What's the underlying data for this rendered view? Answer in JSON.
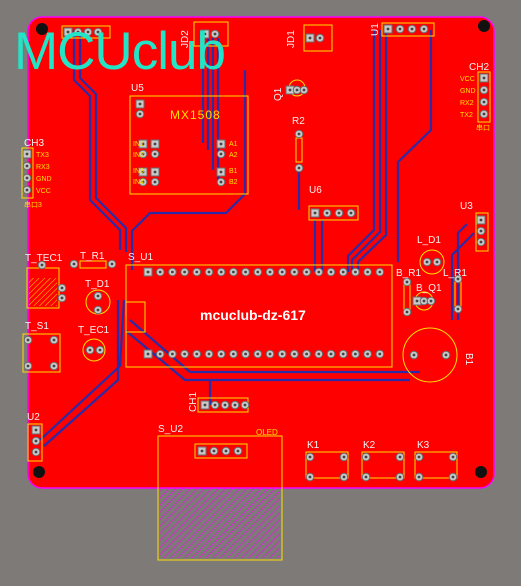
{
  "logo": "MCUclub",
  "board_title": "mcuclub-dz-617",
  "colors": {
    "background": "#7d7a77",
    "board": "#ff0000",
    "outline": "#ff00ff",
    "silk": "#ffe000",
    "trace": "#2b2ba8",
    "logo": "#22e5c8",
    "pad": "#c8c8c8"
  },
  "designators": {
    "u5": "U5",
    "mx1508": "MX1508",
    "jd2": "JD2",
    "jd1": "JD1",
    "u1": "U1",
    "q1": "Q1",
    "r2": "R2",
    "ch2": "CH2",
    "ch3": "CH3",
    "u6": "U6",
    "u3": "U3",
    "t_tec1": "T_TEC1",
    "t_r1": "T_R1",
    "s_u1": "S_U1",
    "t_d1": "T_D1",
    "l_d1": "L_D1",
    "b_r1": "B_R1",
    "b_q1": "B_Q1",
    "l_r1": "L_R1",
    "b1": "B1",
    "t_s1": "T_S1",
    "t_ec1": "T_EC1",
    "u2": "U2",
    "ch1": "CH1",
    "s_u2": "S_U2",
    "oled": "OLED",
    "k1": "K1",
    "k2": "K2",
    "k3": "K3"
  },
  "mx1508_pins_left": [
    "IN1",
    "IN2",
    "IN3",
    "IN4"
  ],
  "mx1508_pins_right": [
    "A1",
    "A2",
    "B1",
    "B2"
  ],
  "ch2_pins": [
    "VCC",
    "GND",
    "RX2",
    "TX2"
  ],
  "ch2_note": "串口",
  "ch3_pins": [
    "TX3",
    "RX3",
    "GND",
    "VCC"
  ],
  "ch3_note": "串口3"
}
